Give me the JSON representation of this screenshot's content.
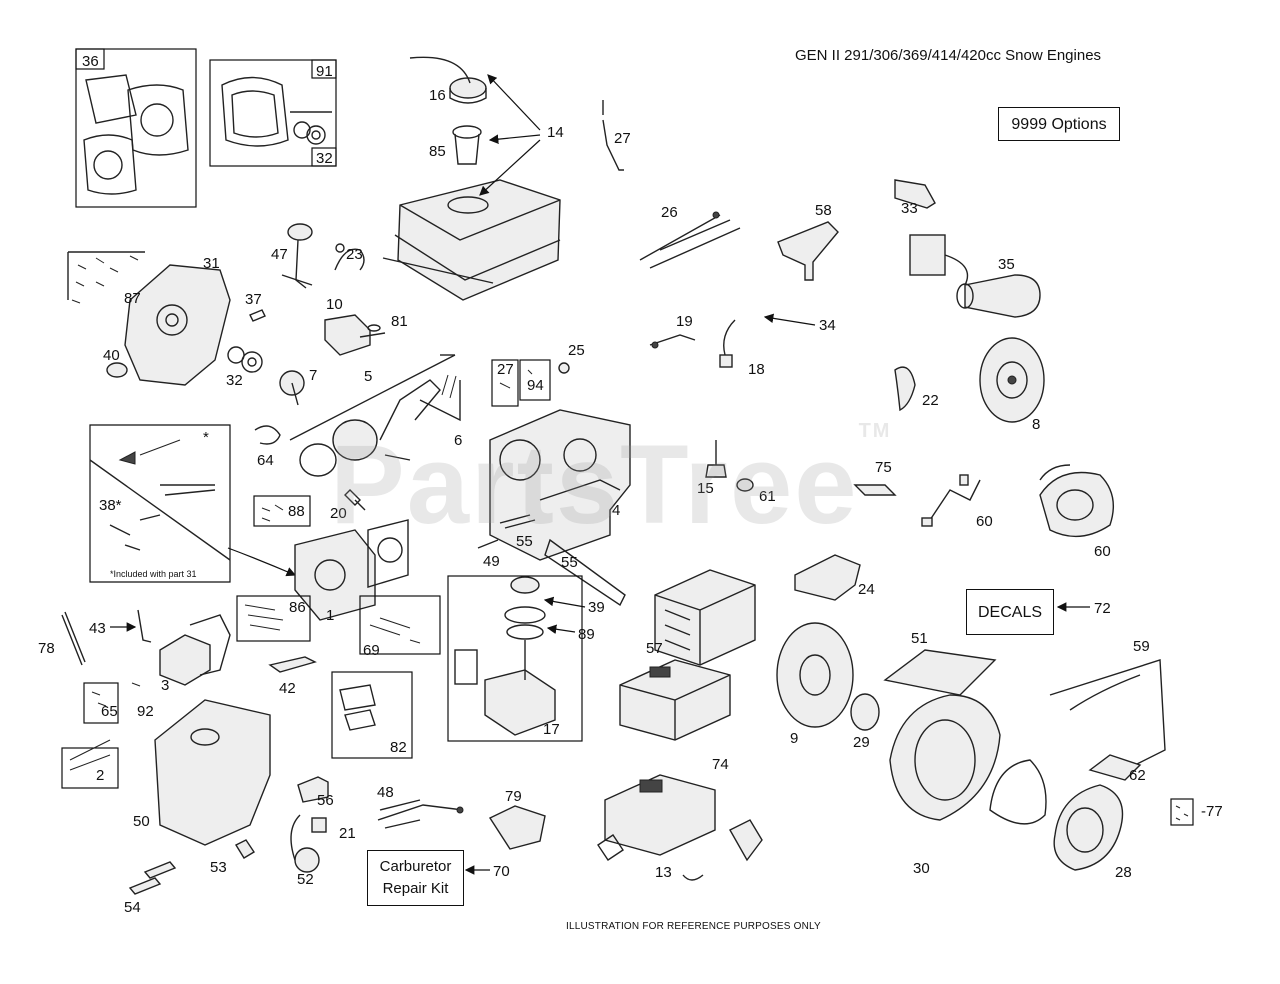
{
  "title": "GEN II 291/306/369/414/420cc Snow Engines",
  "options_box": "9999  Options",
  "decals_box": "DECALS",
  "carb_box": {
    "line1": "Carburetor",
    "line2": "Repair Kit"
  },
  "footer": "ILLUSTRATION FOR REFERENCE PURPOSES ONLY",
  "watermark": "PartsTree",
  "watermark_tm": "TM",
  "kit_note": "*Included with part 31",
  "kit_star": "*",
  "labels": {
    "l36": "36",
    "l91": "91",
    "l32b": "32",
    "l16": "16",
    "l85": "85",
    "l14": "14",
    "l27": "27",
    "l26": "26",
    "l58": "58",
    "l33": "33",
    "l35": "35",
    "l31": "31",
    "l87": "87",
    "l47": "47",
    "l23": "23",
    "l37": "37",
    "l10": "10",
    "l81": "81",
    "l40": "40",
    "l32": "32",
    "l7": "7",
    "l5": "5",
    "l19": "19",
    "l34": "34",
    "l18": "18",
    "l27b": "27",
    "l94": "94",
    "l25": "25",
    "l22": "22",
    "l8": "8",
    "l6": "6",
    "l64": "64",
    "l38": "38*",
    "l88": "88",
    "l20": "20",
    "l4": "4",
    "l15": "15",
    "l61": "61",
    "l75": "75",
    "l60a": "60",
    "l60b": "60",
    "l55a": "55",
    "l49": "49",
    "l55b": "55",
    "l24": "24",
    "l72": "72",
    "l1": "1",
    "l86": "86",
    "l39": "39",
    "l89": "89",
    "l57": "57",
    "l51": "51",
    "l59": "59",
    "l78": "78",
    "l43": "43",
    "l3": "3",
    "l42": "42",
    "l69": "69",
    "l65": "65",
    "l92": "92",
    "l82": "82",
    "l17": "17",
    "l9": "9",
    "l29": "29",
    "l74": "74",
    "l2": "2",
    "l50": "50",
    "l56": "56",
    "l48": "48",
    "l79": "79",
    "l21": "21",
    "l53": "53",
    "l52": "52",
    "l70": "70",
    "l13": "13",
    "l30": "30",
    "l62": "62",
    "l77": "-77",
    "l28": "28",
    "l54": "54"
  }
}
